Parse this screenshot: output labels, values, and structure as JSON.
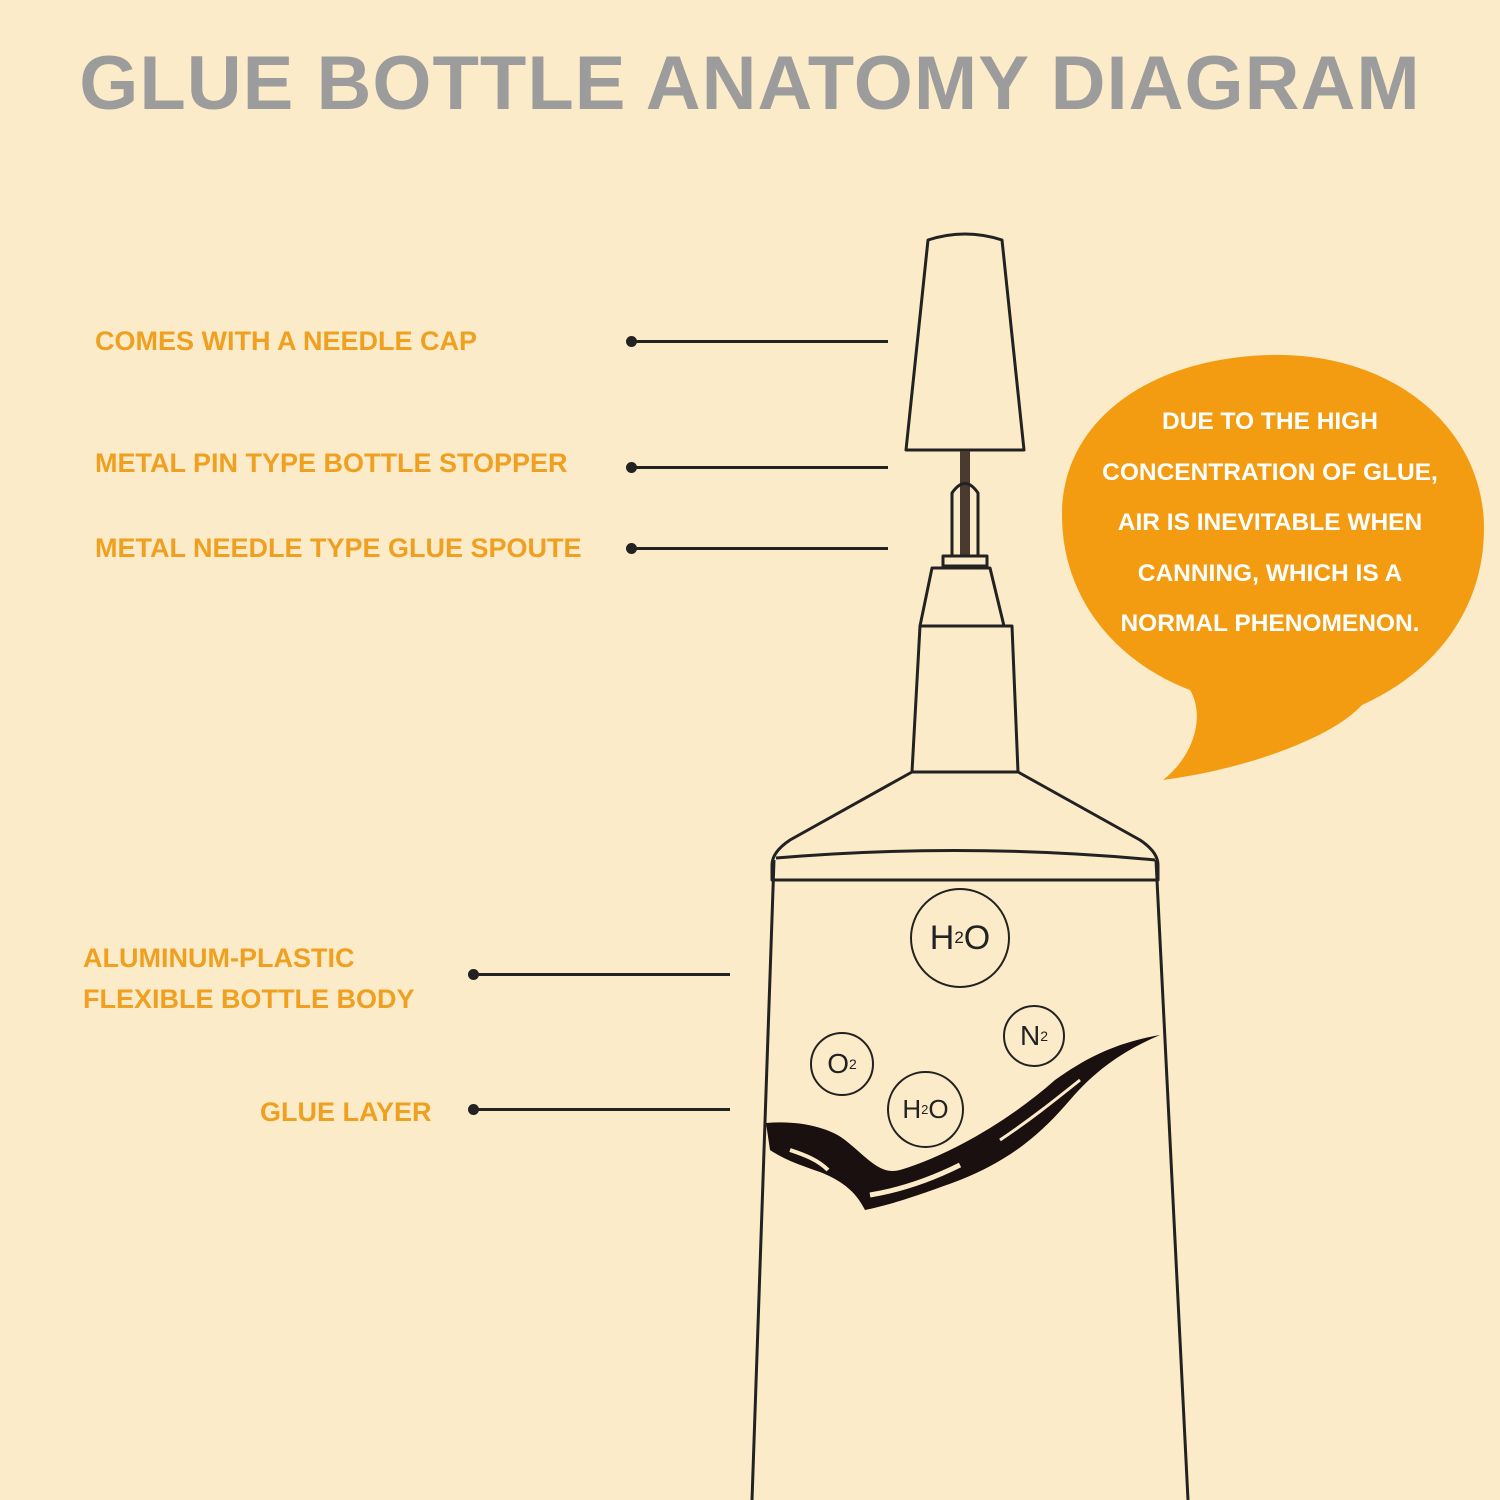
{
  "title": "GLUE BOTTLE ANATOMY DIAGRAM",
  "labels": {
    "needle_cap": "COMES WITH A NEEDLE CAP",
    "stopper": "METAL PIN TYPE BOTTLE STOPPER",
    "spout": "METAL NEEDLE TYPE GLUE SPOUTE",
    "body_line1": "ALUMINUM-PLASTIC",
    "body_line2": "FLEXIBLE BOTTLE BODY",
    "glue_layer": "GLUE LAYER"
  },
  "bubble": {
    "lines": [
      "DUE TO THE HIGH",
      "CONCENTRATION OF GLUE,",
      "AIR IS INEVITABLE WHEN",
      "CANNING, WHICH IS A",
      "NORMAL PHENOMENON."
    ]
  },
  "molecules": [
    {
      "element": "H",
      "sub": "2",
      "tail": "O"
    },
    {
      "element": "N",
      "sub": "2",
      "tail": ""
    },
    {
      "element": "O",
      "sub": "2",
      "tail": ""
    },
    {
      "element": "H",
      "sub": "2",
      "tail": "O"
    }
  ],
  "colors": {
    "background": "#FCEBC9",
    "title": "#9C9C9C",
    "label": "#F0A020",
    "bubble": "#F39C12",
    "outline": "#222222"
  }
}
